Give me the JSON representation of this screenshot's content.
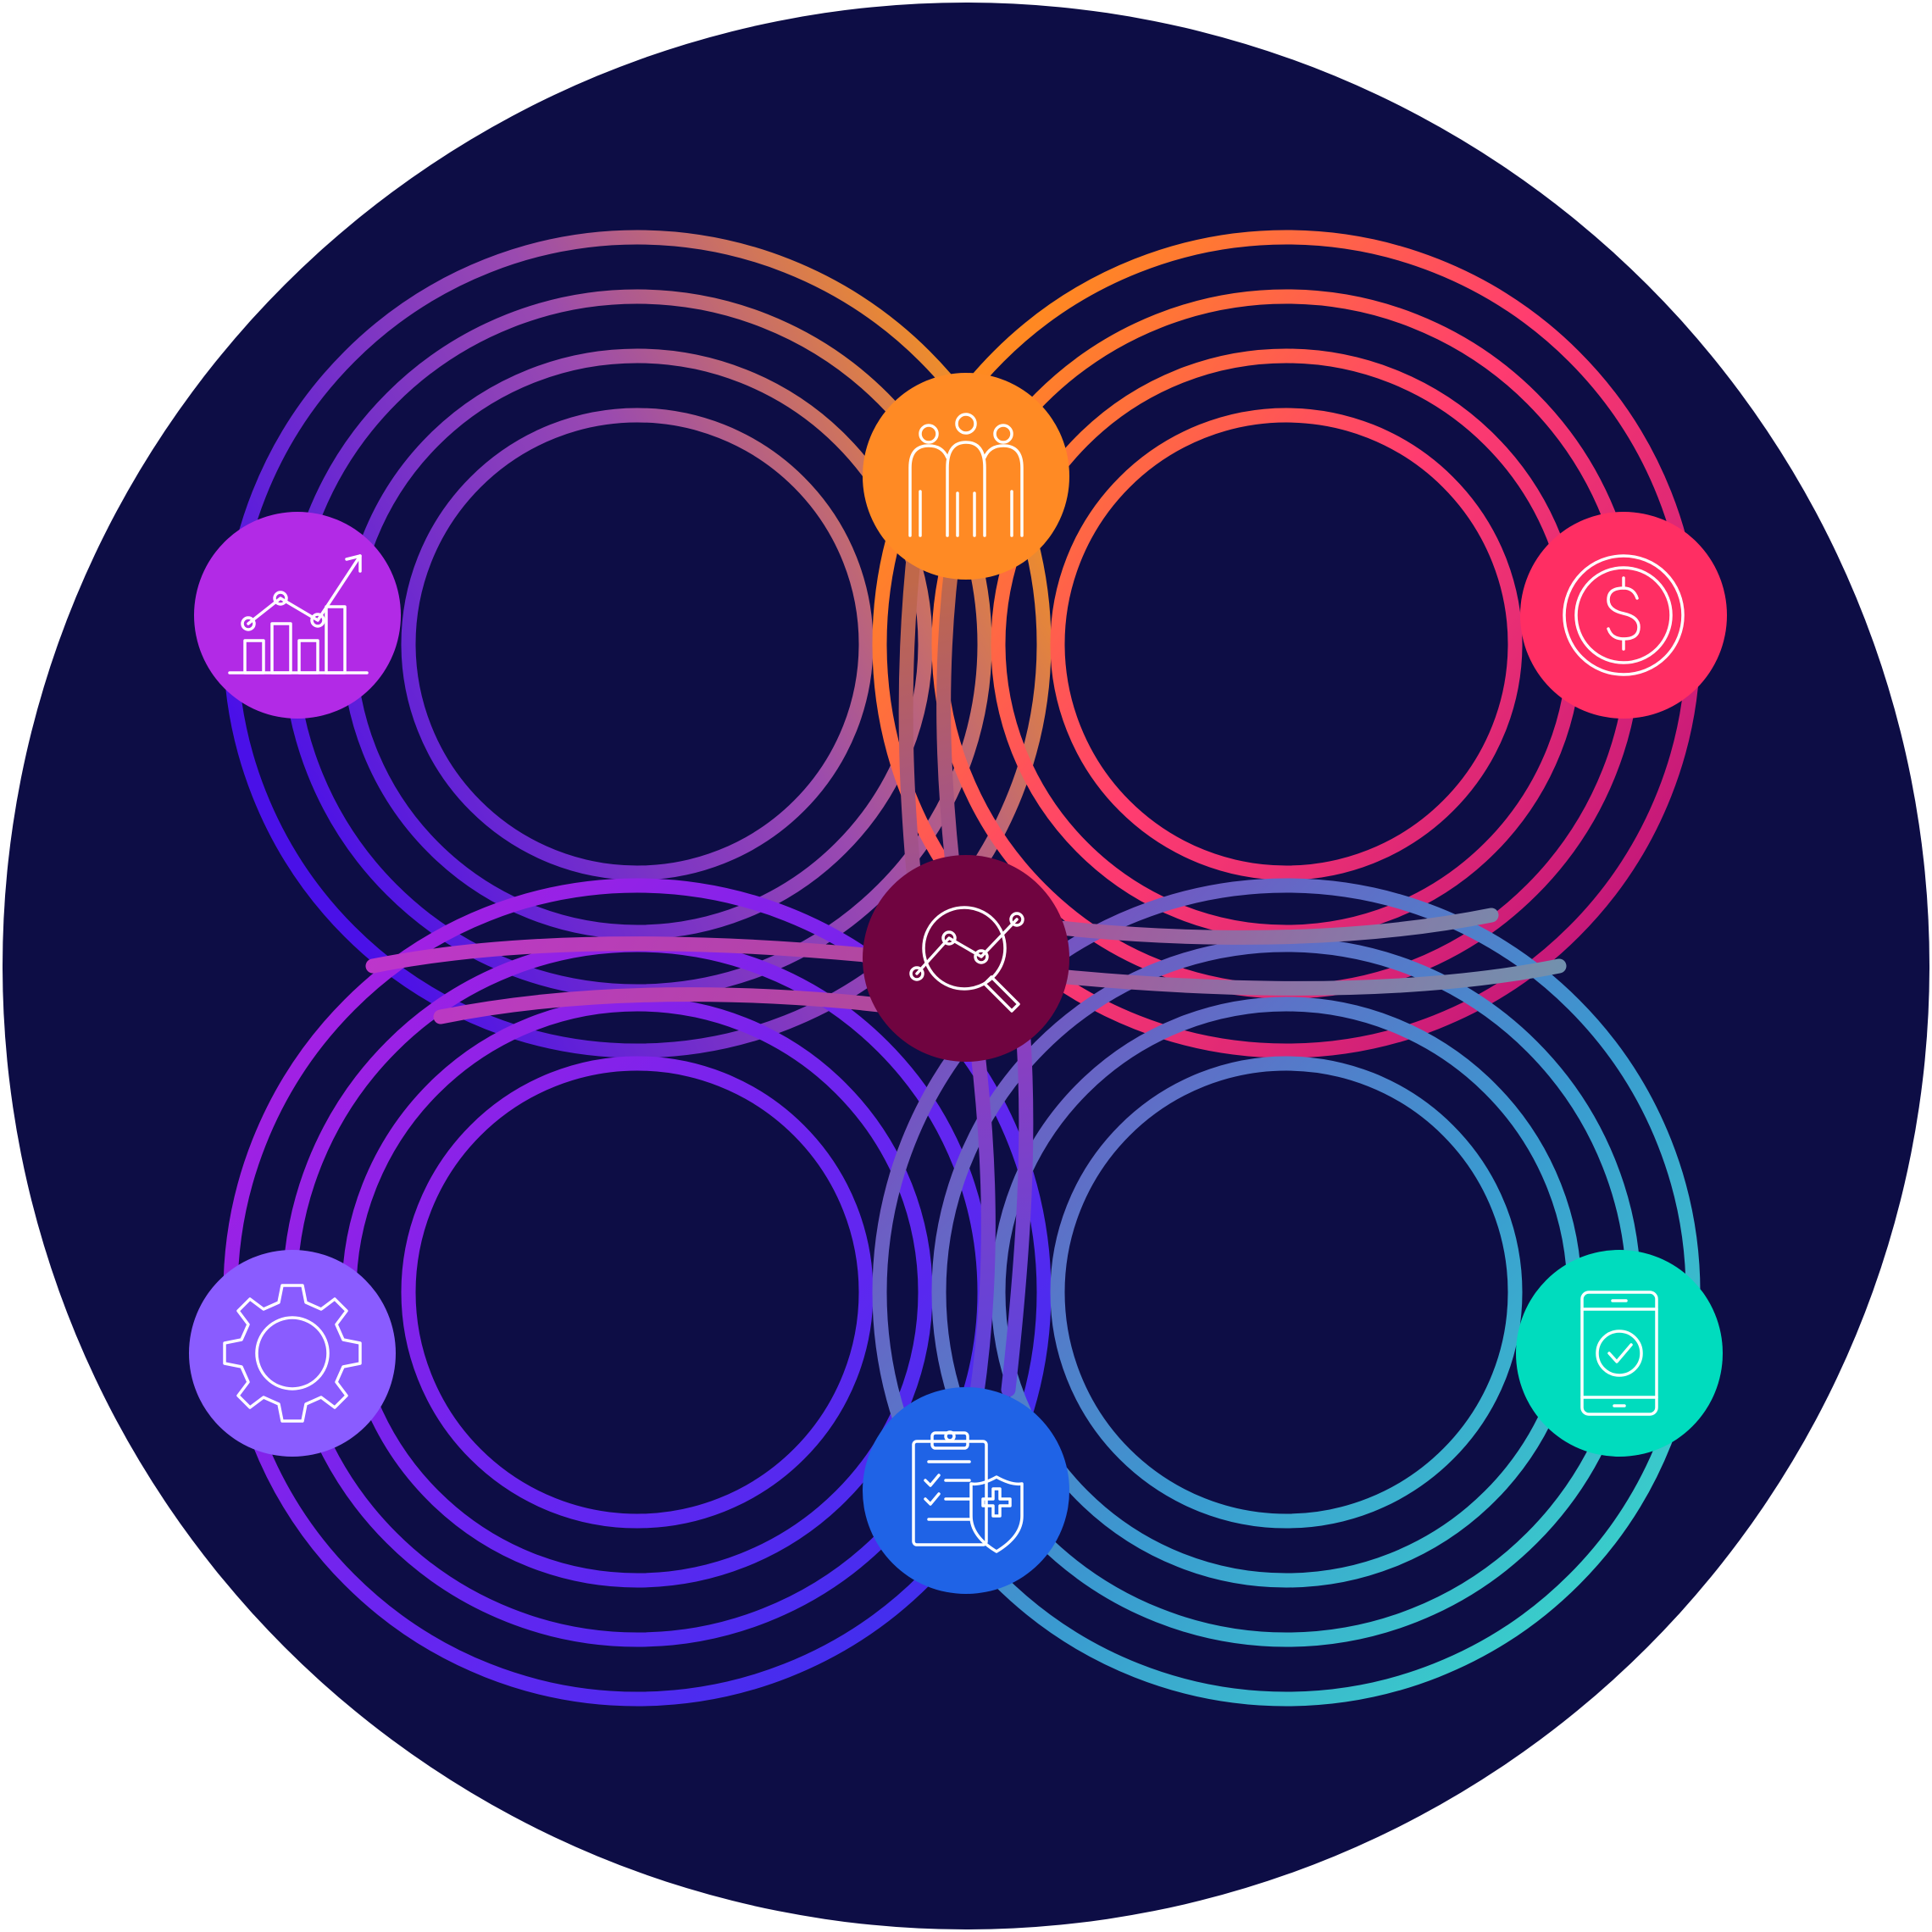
{
  "diagram": {
    "background_color": "#0d0d45",
    "gradient_colors": {
      "top_left": "#4a10e8",
      "top_center": "#ff9a10",
      "top_right": "#ff2d8a",
      "center": "#c0359a",
      "bottom_left": "#5a20ff",
      "bottom_right": "#39e3c8",
      "left_mid": "#b020e0"
    },
    "nodes": [
      {
        "id": "growth-chart",
        "icon": "growth-chart-icon",
        "color": "#b22ae6"
      },
      {
        "id": "team",
        "icon": "team-icon",
        "color": "#ff8a24"
      },
      {
        "id": "money",
        "icon": "dollar-coin-icon",
        "color": "#ff2e63"
      },
      {
        "id": "analytics",
        "icon": "magnifier-analytics-icon",
        "color": "#700440"
      },
      {
        "id": "settings",
        "icon": "gear-icon",
        "color": "#8a5cff"
      },
      {
        "id": "insurance",
        "icon": "clipboard-shield-icon",
        "color": "#1f63e6"
      },
      {
        "id": "mobile",
        "icon": "mobile-check-icon",
        "color": "#00dcbe"
      }
    ]
  }
}
